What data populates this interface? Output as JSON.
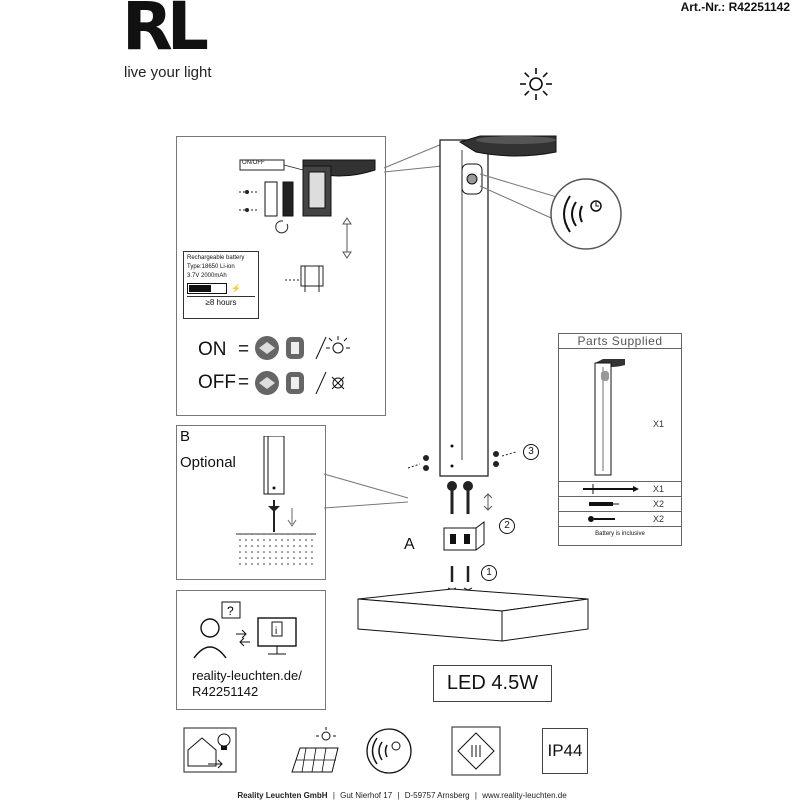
{
  "header": {
    "logo": "RL",
    "tagline": "live your light",
    "article_number": "Art.-Nr.: R42251142"
  },
  "inset_top": {
    "switch_label": "ON/OFF",
    "battery_info": {
      "line1": "Rechargeable battery",
      "line2": "Type:18650 Li-ion",
      "line3": "3.7V 2000mAh",
      "duration": "≥8 hours"
    },
    "on_label": "ON",
    "off_label": "OFF",
    "equals": "="
  },
  "inset_b": {
    "letter": "B",
    "title": "Optional"
  },
  "install": {
    "label_a": "A",
    "step1": "1",
    "step2": "2",
    "step3": "3"
  },
  "parts": {
    "header": "Parts Supplied",
    "rows": [
      {
        "qty": "X1"
      },
      {
        "qty": "X1"
      },
      {
        "qty": "X2"
      },
      {
        "qty": "X2"
      }
    ],
    "note": "Battery is inclusive"
  },
  "support": {
    "url_line1": "reality-leuchten.de/",
    "url_line2": "R42251142"
  },
  "specs": {
    "led": "LED 4.5W",
    "ip": "IP44"
  },
  "footer": {
    "company": "Reality Leuchten GmbH",
    "address": "Gut Nierhof 17",
    "city": "D-59757 Arnsberg",
    "web": "www.reality-leuchten.de",
    "sep": "|"
  }
}
